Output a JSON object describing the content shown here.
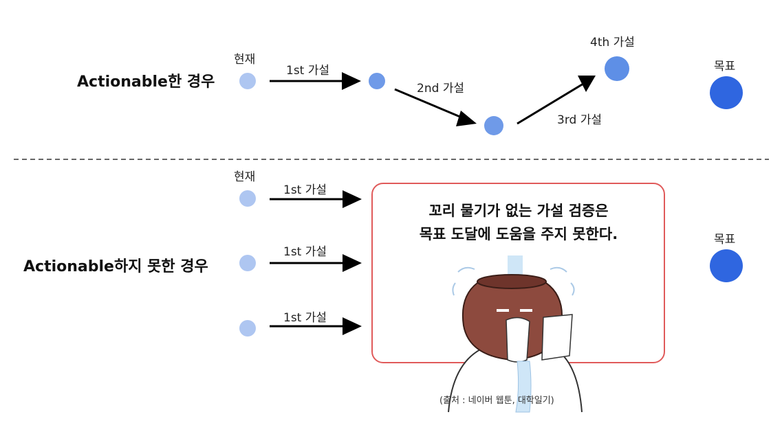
{
  "colors": {
    "current_node": "#aec6f1",
    "hypothesis_node": "#6f9ae8",
    "goal_node": "#2f66e0",
    "arrow": "#000000",
    "callout_border": "#e05a5a",
    "divider": "#333333"
  },
  "top": {
    "row_label": "Actionable한 경우",
    "current_label": "현재",
    "goal_label": "목표",
    "hypotheses": [
      "1st 가설",
      "2nd 가설",
      "3rd 가설",
      "4th 가설"
    ]
  },
  "bottom": {
    "row_label": "Actionable하지 못한 경우",
    "current_label": "현재",
    "goal_label": "목표",
    "hypotheses": [
      "1st 가설",
      "1st 가설",
      "1st 가설"
    ],
    "callout_line1": "꼬리 물기가 없는 가설 검증은",
    "callout_line2": "목표 도달에 도움을 주지 못한다.",
    "illustration_icon": "crying-pot-character-icon",
    "source": "(출처 : 네이버 웹툰, 대학일기)"
  }
}
